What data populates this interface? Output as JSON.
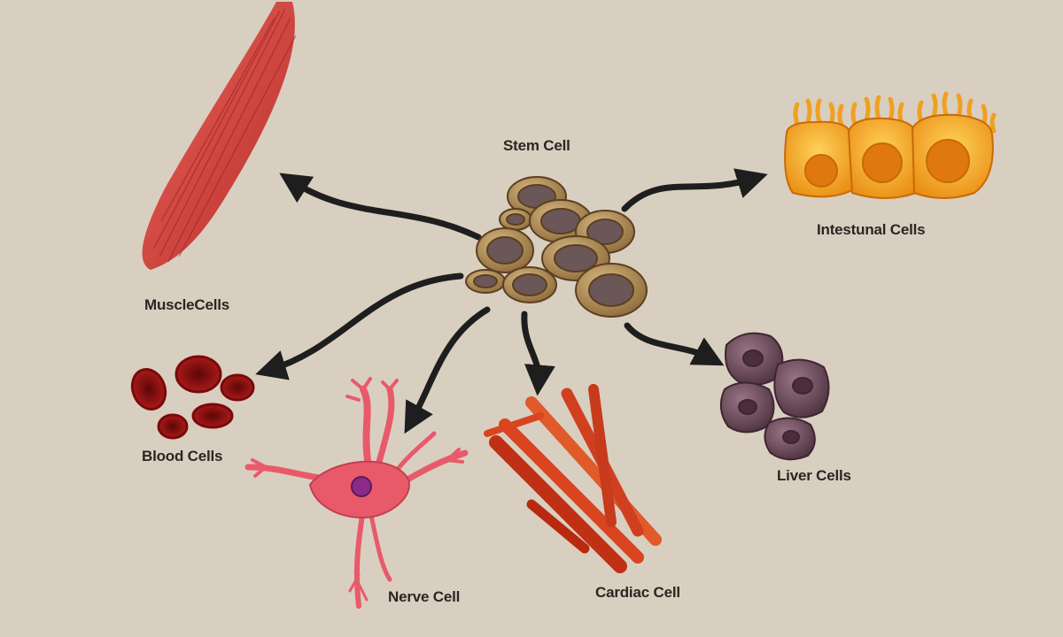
{
  "labels": {
    "stem": "Stem Cell",
    "muscle": "MuscleCells",
    "intestinal": "Intestunal Cells",
    "blood": "Blood Cells",
    "nerve": "Nerve Cell",
    "cardiac": "Cardiac Cell",
    "liver": "Liver Cells"
  },
  "colors": {
    "background": "#d9cfc0",
    "arrow": "#1e1e1e",
    "stem_cell": "#b8955e",
    "stem_nucleus": "#6b5757",
    "muscle": "#d2443c",
    "intestinal": "#f5a623",
    "blood": "#9a1212",
    "nerve": "#e85a6a",
    "nerve_nucleus": "#8a2a8a",
    "cardiac": "#d8451f",
    "liver": "#6e4d5c"
  }
}
